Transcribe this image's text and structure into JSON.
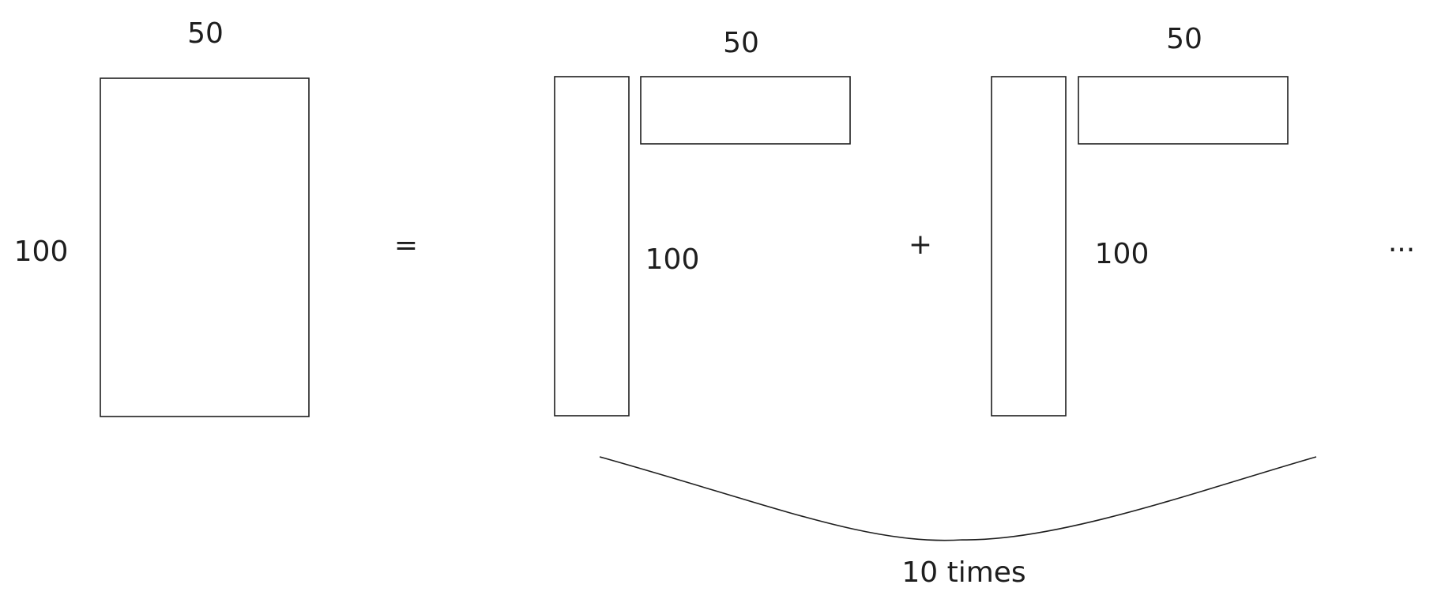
{
  "labels": {
    "main_width": "50",
    "main_height": "100",
    "equals": "=",
    "term1_width": "50",
    "term1_height": "100",
    "plus": "+",
    "term2_width": "50",
    "term2_height": "100",
    "ellipsis": "...",
    "repeat": "10 times"
  }
}
